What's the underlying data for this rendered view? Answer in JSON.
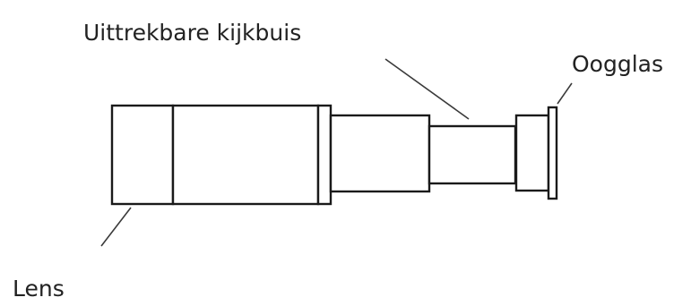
{
  "labels": {
    "tube": "Uittrekbare kijkbuis",
    "eyepiece": "Oogglas",
    "lens": "Lens"
  }
}
